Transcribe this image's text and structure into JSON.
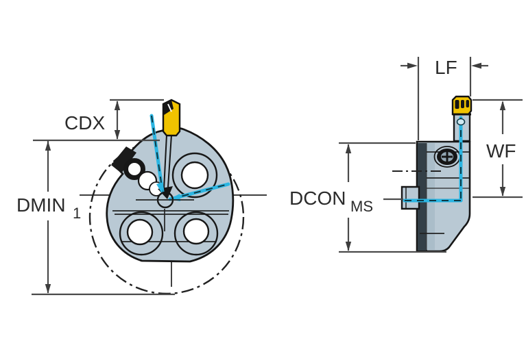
{
  "drawing": {
    "kind": "technical-dimension-drawing",
    "subject": "grooving cutting head shown in front view and side view",
    "labels": {
      "cdx": "CDX",
      "dmin_base": "DMIN",
      "dmin_sub": "1",
      "lf": "LF",
      "wf": "WF",
      "dcon_base": "DCON",
      "dcon_sub": "MS"
    },
    "colors": {
      "body": "#b9c9d4",
      "body_shade": "#9eb2c0",
      "steel_dark": "#333f47",
      "insert_yellow": "#f0c300",
      "coolant_cyan": "#2ab5e2",
      "outline": "#1a1a1a",
      "dimension_line": "#4a4a4a",
      "label_text": "#2b2b2b"
    },
    "views": [
      {
        "name": "front view",
        "dimension_labels": [
          "CDX",
          "DMIN 1"
        ]
      },
      {
        "name": "side view",
        "dimension_labels": [
          "LF",
          "WF",
          "DCON MS"
        ]
      }
    ]
  }
}
